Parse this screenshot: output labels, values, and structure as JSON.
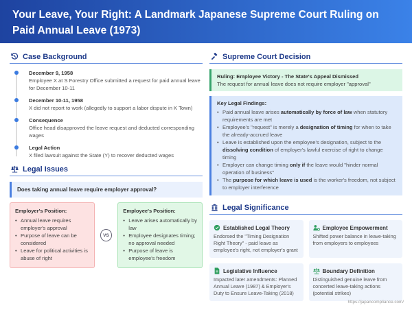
{
  "title": "Your Leave, Your Right: A Landmark Japanese Supreme Court Ruling on Paid Annual Leave (1973)",
  "background": {
    "title": "Case Background",
    "icon": "history-icon",
    "items": [
      {
        "date": "December 9, 1958",
        "text": "Employee X at S Forestry Office submitted a request for paid annual leave for December 10-11"
      },
      {
        "date": "December 10-11, 1958",
        "text": "X did not report to work (allegedly to support a labor dispute in K Town)"
      },
      {
        "date": "Consequence",
        "text": "Office head disapproved the leave request and deducted corresponding wages"
      },
      {
        "date": "Legal Action",
        "text": "X filed lawsuit against the State (Y) to recover deducted wages"
      }
    ]
  },
  "issues": {
    "title": "Legal Issues",
    "icon": "scales-icon",
    "question": "Does taking annual leave require employer approval?",
    "employer": {
      "title": "Employer's Position:",
      "items": [
        "Annual leave requires employer's approval",
        "Purpose of leave can be considered",
        "Leave for political activities is abuse of right"
      ]
    },
    "vs": "VS",
    "employee": {
      "title": "Employee's Position:",
      "items": [
        "Leave arises automatically by law",
        "Employee designates timing; no approval needed",
        "Purpose of leave is employee's freedom"
      ]
    }
  },
  "decision": {
    "title": "Supreme Court Decision",
    "icon": "gavel-icon",
    "ruling_title": "Ruling: Employee Victory - The State's Appeal Dismissed",
    "ruling_text": "The request for annual leave does not require employer \"approval\"",
    "findings_title": "Key Legal Findings:",
    "findings": [
      [
        "Paid annual leave arises ",
        "automatically by force of law",
        " when statutory requirements are met"
      ],
      [
        "Employee's \"request\" is merely a ",
        "designation of timing",
        " for when to take the already-accrued leave"
      ],
      [
        "Leave is established upon the employee's designation, subject to the ",
        "dissolving condition",
        " of employer's lawful exercise of right to change timing"
      ],
      [
        "Employer can change timing ",
        "only if",
        " the leave would \"hinder normal operation of business\""
      ],
      [
        "The ",
        "purpose for which leave is used",
        " is the worker's freedom, not subject to employer interference"
      ]
    ]
  },
  "significance": {
    "title": "Legal Significance",
    "icon": "institution-icon",
    "cards": [
      {
        "title": "Established Legal Theory",
        "icon": "check-badge-icon",
        "color": "#2f9e5f",
        "text": "Endorsed the \"Timing Designation Right Theory\" - paid leave as employee's right, not employer's grant"
      },
      {
        "title": "Employee Empowerment",
        "icon": "user-gear-icon",
        "color": "#2f9e5f",
        "text": "Shifted power balance in leave-taking from employers to employees"
      },
      {
        "title": "Legislative Influence",
        "icon": "document-icon",
        "color": "#2f9e5f",
        "text": "Impacted later amendments: Planned Annual Leave (1987) & Employer's Duty to Ensure Leave-Taking (2018)"
      },
      {
        "title": "Boundary Definition",
        "icon": "balance-icon",
        "color": "#2f9e5f",
        "text": "Distinguished genuine leave from concerted leave-taking actions (potential strikes)"
      }
    ]
  },
  "footer": "https://japancompliance.com/"
}
